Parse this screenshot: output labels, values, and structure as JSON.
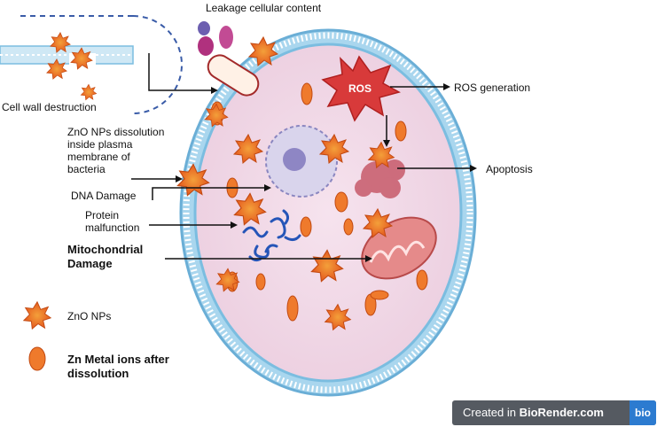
{
  "labels": {
    "leakage": "Leakage cellular content",
    "cell_wall": "Cell wall destruction",
    "ros_center": "ROS",
    "ros_generation": "ROS generation",
    "apoptosis": "Apoptosis",
    "zno_dissolution_1": "ZnO NPs dissolution",
    "zno_dissolution_2": "inside plasma",
    "zno_dissolution_3": "membrane of",
    "zno_dissolution_4": "bacteria",
    "dna_damage": "DNA Damage",
    "protein_1": "Protein",
    "protein_2": "malfunction",
    "mito_1": "Mitochondrial",
    "mito_2": "Damage"
  },
  "legend": {
    "zno_nps": "ZnO NPs",
    "zn_ions_1": "Zn Metal ions after",
    "zn_ions_2": "dissolution"
  },
  "badge": {
    "prefix": "Created in ",
    "name": "BioRender.com",
    "logo": "bio"
  },
  "colors": {
    "cytoplasm": "#f0d9e6",
    "membrane": "#8ec6e6",
    "nanoparticle": "#e8632a",
    "ros": "#d83a3a",
    "mitochondria": "#e07a7a",
    "dna": "#2555b8",
    "vesicle": "#b0317e"
  }
}
